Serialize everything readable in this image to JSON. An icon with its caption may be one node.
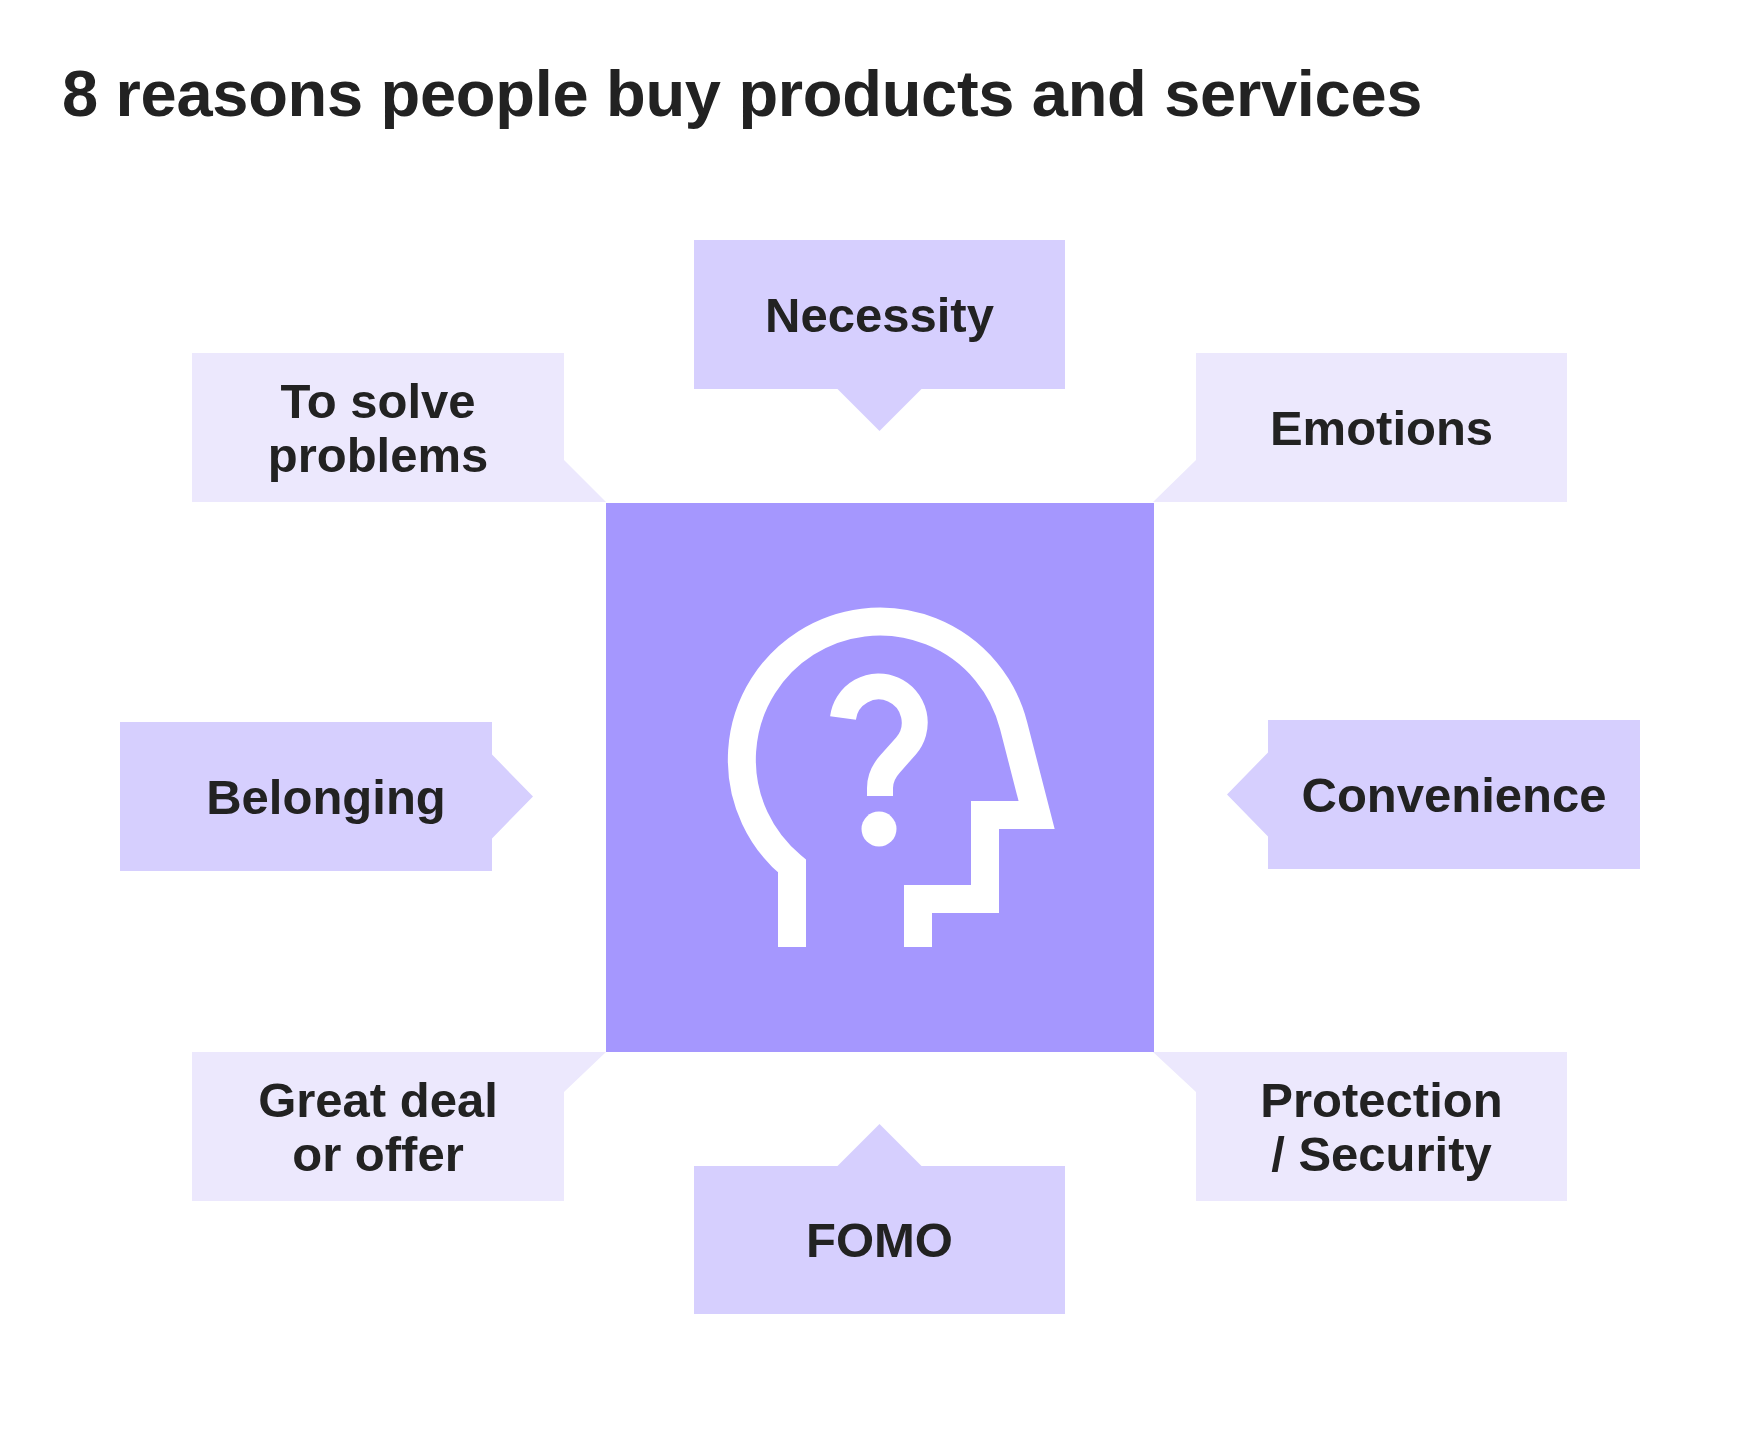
{
  "diagram": {
    "title": "8 reasons people buy products and services",
    "nodes": [
      {
        "text": [
          "Necessity"
        ]
      },
      {
        "text": [
          "To solve problems"
        ]
      },
      {
        "text": [
          "Emotions"
        ]
      },
      {
        "text": [],
        "shape": "box"
      },
      {
        "text": [
          "Belonging"
        ]
      },
      {
        "text": [
          "Convenience"
        ]
      },
      {
        "text": [
          "Great deal or offer"
        ]
      },
      {
        "text": [
          "Protection / Security"
        ]
      },
      {
        "text": [
          "FOMO"
        ]
      }
    ]
  }
}
